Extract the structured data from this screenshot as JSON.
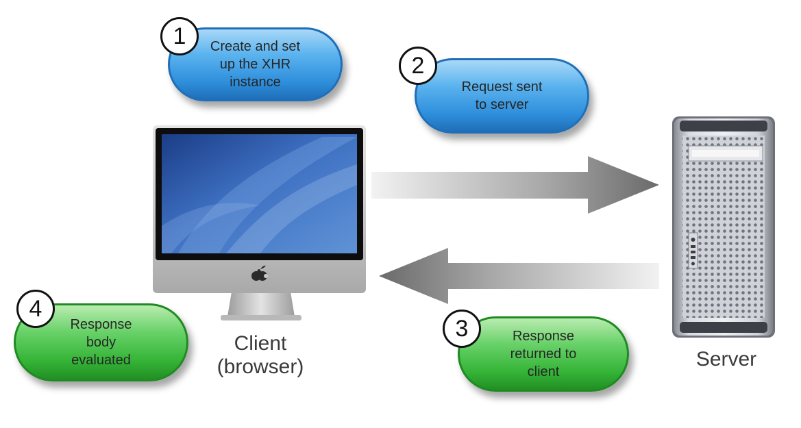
{
  "steps": [
    {
      "number": "1",
      "lines": [
        "Create and set",
        "up the XHR",
        "instance"
      ],
      "color": "#3a9be6"
    },
    {
      "number": "2",
      "lines": [
        "Request sent",
        "to server"
      ],
      "color": "#3a9be6"
    },
    {
      "number": "3",
      "lines": [
        "Response",
        "returned to",
        "client"
      ],
      "color": "#3fbf3f"
    },
    {
      "number": "4",
      "lines": [
        "Response",
        "body",
        "evaluated"
      ],
      "color": "#3fbf3f"
    }
  ],
  "client": {
    "caption_lines": [
      "Client",
      "(browser)"
    ]
  },
  "server": {
    "caption": "Server"
  },
  "arrows": [
    {
      "direction": "client-to-server"
    },
    {
      "direction": "server-to-client"
    }
  ]
}
